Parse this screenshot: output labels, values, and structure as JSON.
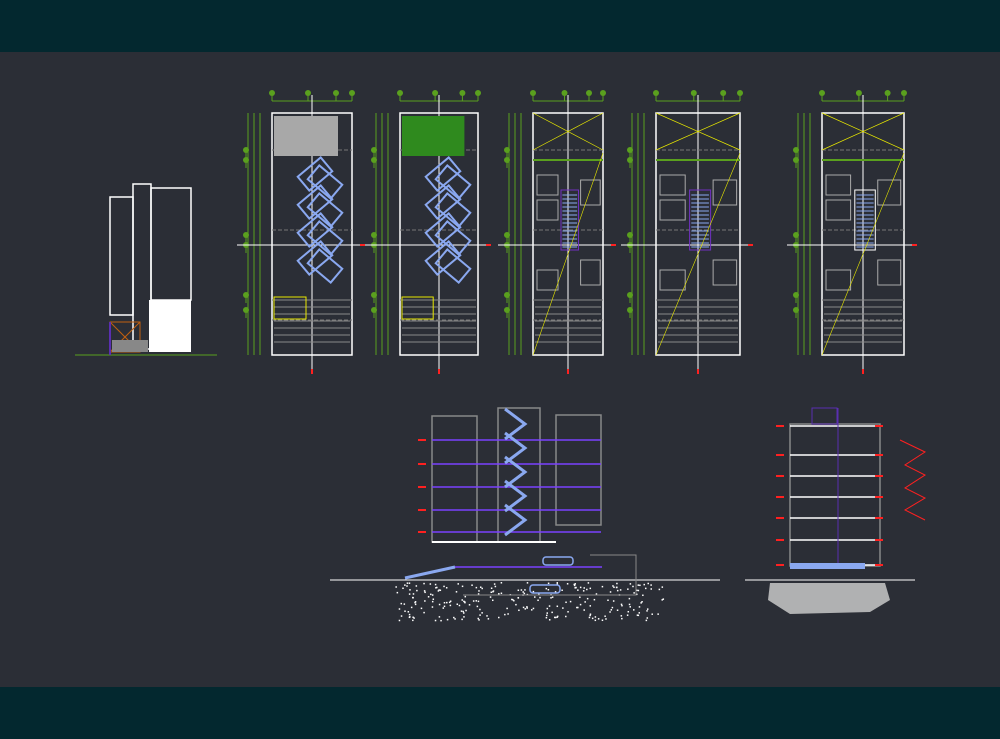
{
  "viewport": {
    "background": "#2b2e36",
    "frame_color": "#03282f"
  },
  "layer_colors": {
    "walls": "#ffffff",
    "dimensions": "#5aa01e",
    "stairs": "#8aa8f0",
    "axes": "#ff2020",
    "hatch": "#e8e800",
    "slabs": "#5a2fb0",
    "furniture": "#9a9a9a",
    "doors": "#c06010"
  },
  "drawings": [
    {
      "id": "front-elevation"
    },
    {
      "id": "basement-plan"
    },
    {
      "id": "ground-floor-plan"
    },
    {
      "id": "typical-floor-plan-a"
    },
    {
      "id": "typical-floor-plan-b"
    },
    {
      "id": "roof-plan"
    },
    {
      "id": "longitudinal-section"
    },
    {
      "id": "cross-section"
    }
  ]
}
